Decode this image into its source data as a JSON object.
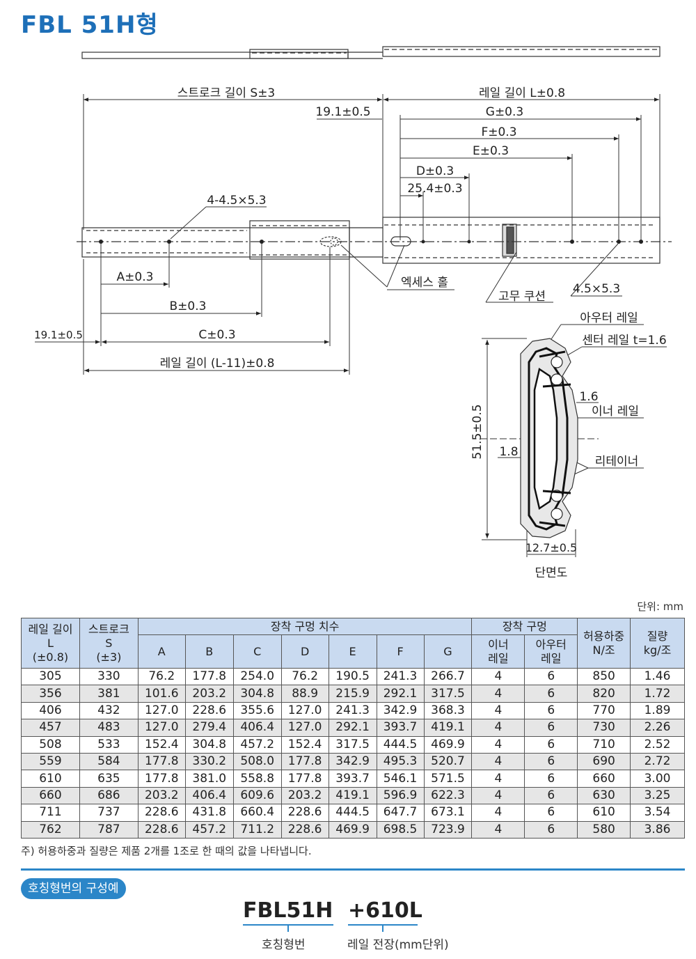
{
  "title": "FBL 51H형",
  "drawing": {
    "stroke_label": "스트로크 길이 S±3",
    "rail_label": "레일 길이 L±0.8",
    "d19_top": "19.1±0.5",
    "g": "G±0.3",
    "f": "F±0.3",
    "e": "E±0.3",
    "d": "D±0.3",
    "d254": "25.4±0.3",
    "hole": "4-4.5×5.3",
    "a": "A±0.3",
    "b": "B±0.3",
    "c": "C±0.3",
    "d19_bottom": "19.1±0.5",
    "rail_inner": "레일 길이 (L-11)±0.8",
    "access_hole": "엑세스 홀",
    "rubber": "고무 쿠션",
    "slot": "4.5×5.3"
  },
  "section": {
    "outer_rail": "아우터 레일",
    "center_rail": "센터 레일 t=1.6",
    "t16": "1.6",
    "inner_rail": "이너 레일",
    "height": "51.5±0.5",
    "t18": "1.8",
    "retainer": "리테이너",
    "width": "12.7±0.5",
    "caption": "단면도"
  },
  "unit": "단위: mm",
  "table": {
    "h_rail": "레일 길이",
    "h_rail_l": "L",
    "h_rail_tol": "(±0.8)",
    "h_stroke": "스트로크",
    "h_stroke_s": "S",
    "h_stroke_tol": "(±3)",
    "h_mount": "장착 구멍 치수",
    "h_holes": "장착 구멍",
    "h_inner_1": "이너",
    "h_inner_2": "레일",
    "h_outer_1": "아우터",
    "h_outer_2": "레일",
    "h_load_1": "허용하중",
    "h_load_2": "N/조",
    "h_mass_1": "질량",
    "h_mass_2": "kg/조",
    "cols": [
      "A",
      "B",
      "C",
      "D",
      "E",
      "F",
      "G"
    ],
    "rows": [
      [
        "305",
        "330",
        "76.2",
        "177.8",
        "254.0",
        "76.2",
        "190.5",
        "241.3",
        "266.7",
        "4",
        "6",
        "850",
        "1.46"
      ],
      [
        "356",
        "381",
        "101.6",
        "203.2",
        "304.8",
        "88.9",
        "215.9",
        "292.1",
        "317.5",
        "4",
        "6",
        "820",
        "1.72"
      ],
      [
        "406",
        "432",
        "127.0",
        "228.6",
        "355.6",
        "127.0",
        "241.3",
        "342.9",
        "368.3",
        "4",
        "6",
        "770",
        "1.89"
      ],
      [
        "457",
        "483",
        "127.0",
        "279.4",
        "406.4",
        "127.0",
        "292.1",
        "393.7",
        "419.1",
        "4",
        "6",
        "730",
        "2.26"
      ],
      [
        "508",
        "533",
        "152.4",
        "304.8",
        "457.2",
        "152.4",
        "317.5",
        "444.5",
        "469.9",
        "4",
        "6",
        "710",
        "2.52"
      ],
      [
        "559",
        "584",
        "177.8",
        "330.2",
        "508.0",
        "177.8",
        "342.9",
        "495.3",
        "520.7",
        "4",
        "6",
        "690",
        "2.72"
      ],
      [
        "610",
        "635",
        "177.8",
        "381.0",
        "558.8",
        "177.8",
        "393.7",
        "546.1",
        "571.5",
        "4",
        "6",
        "660",
        "3.00"
      ],
      [
        "660",
        "686",
        "203.2",
        "406.4",
        "609.6",
        "203.2",
        "419.1",
        "596.9",
        "622.3",
        "4",
        "6",
        "630",
        "3.25"
      ],
      [
        "711",
        "737",
        "228.6",
        "431.8",
        "660.4",
        "228.6",
        "444.5",
        "647.7",
        "673.1",
        "4",
        "6",
        "610",
        "3.54"
      ],
      [
        "762",
        "787",
        "228.6",
        "457.2",
        "711.2",
        "228.6",
        "469.9",
        "698.5",
        "723.9",
        "4",
        "6",
        "580",
        "3.86"
      ]
    ]
  },
  "note": "주) 허용하중과 질량은 제품 2개를 1조로 한 때의 값을 나타냅니다.",
  "order": {
    "heading": "호칭형번의 구성예",
    "code1": "FBL51H",
    "code2": "+610L",
    "label1": "호칭형번",
    "label2": "레일 전장(mm단위)"
  }
}
